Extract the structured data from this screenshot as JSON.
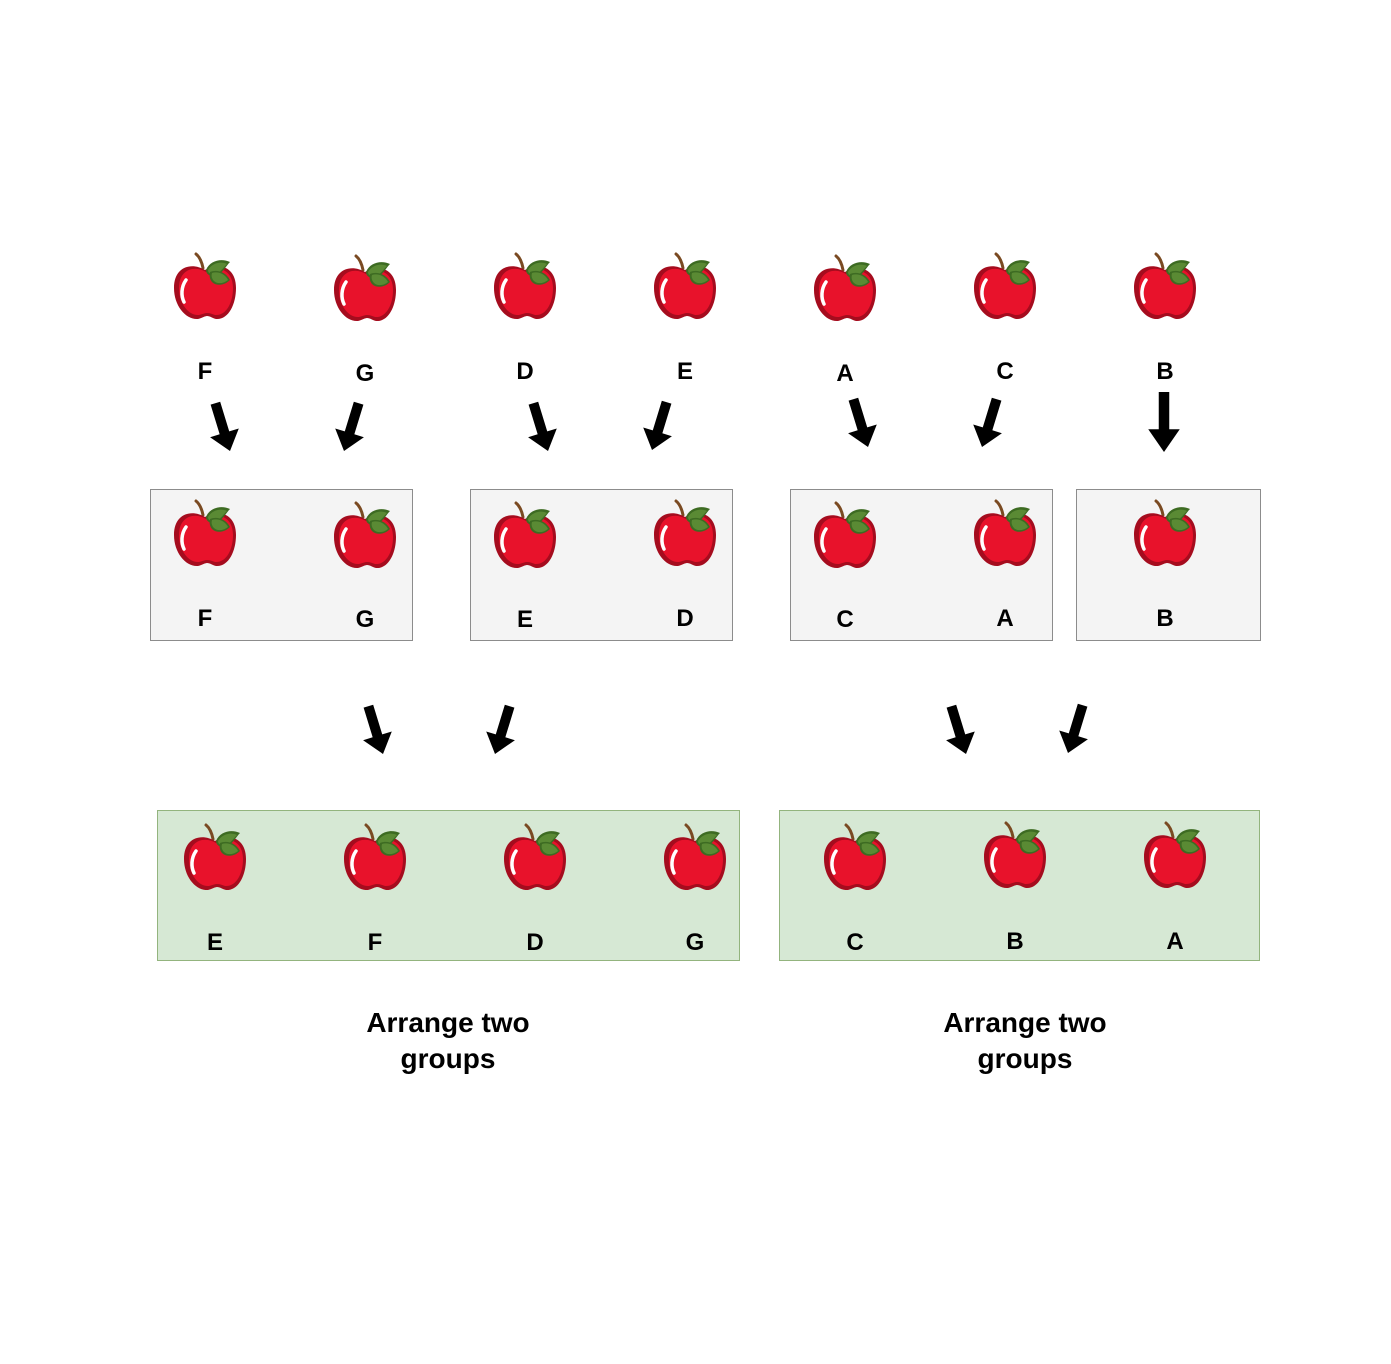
{
  "rows": {
    "top": [
      "F",
      "G",
      "D",
      "E",
      "A",
      "C",
      "B"
    ],
    "groups": [
      [
        "F",
        "G"
      ],
      [
        "E",
        "D"
      ],
      [
        "C",
        "A"
      ],
      [
        "B"
      ]
    ],
    "merged": [
      [
        "E",
        "F",
        "D",
        "G"
      ],
      [
        "C",
        "B",
        "A"
      ]
    ]
  },
  "captions": [
    "Arrange two\ngroups",
    "Arrange two\ngroups"
  ],
  "colors": {
    "apple_red": "#e8122b",
    "apple_leaf": "#4e7a2c",
    "group_box": "#f4f4f4",
    "merged_box": "#d6e8d4",
    "arrow": "#000000"
  },
  "icons": {
    "apple": "apple-icon",
    "arrow": "arrow-icon"
  }
}
